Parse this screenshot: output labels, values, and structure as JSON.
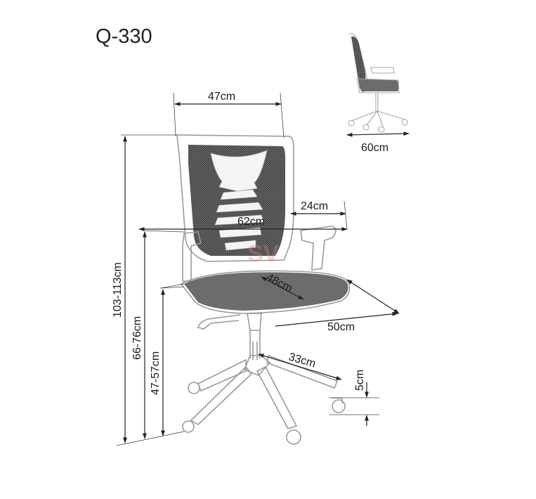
{
  "title": "Q-330",
  "dimensions": {
    "back_width": "47cm",
    "side_depth": "60cm",
    "armrest_depth": "24cm",
    "arm_spread": "62cm",
    "seat_depth": "48cm",
    "seat_width": "50cm",
    "base_radius": "33cm",
    "caster_height": "5cm",
    "total_height": "103-113cm",
    "armrest_height": "66-76cm",
    "seat_height": "47-57cm"
  },
  "colors": {
    "mesh": "#4a4a4a",
    "outline": "#9a9a9a",
    "seat": "#6e6e6e",
    "dimension_line": "#222222"
  },
  "watermark": "SV"
}
